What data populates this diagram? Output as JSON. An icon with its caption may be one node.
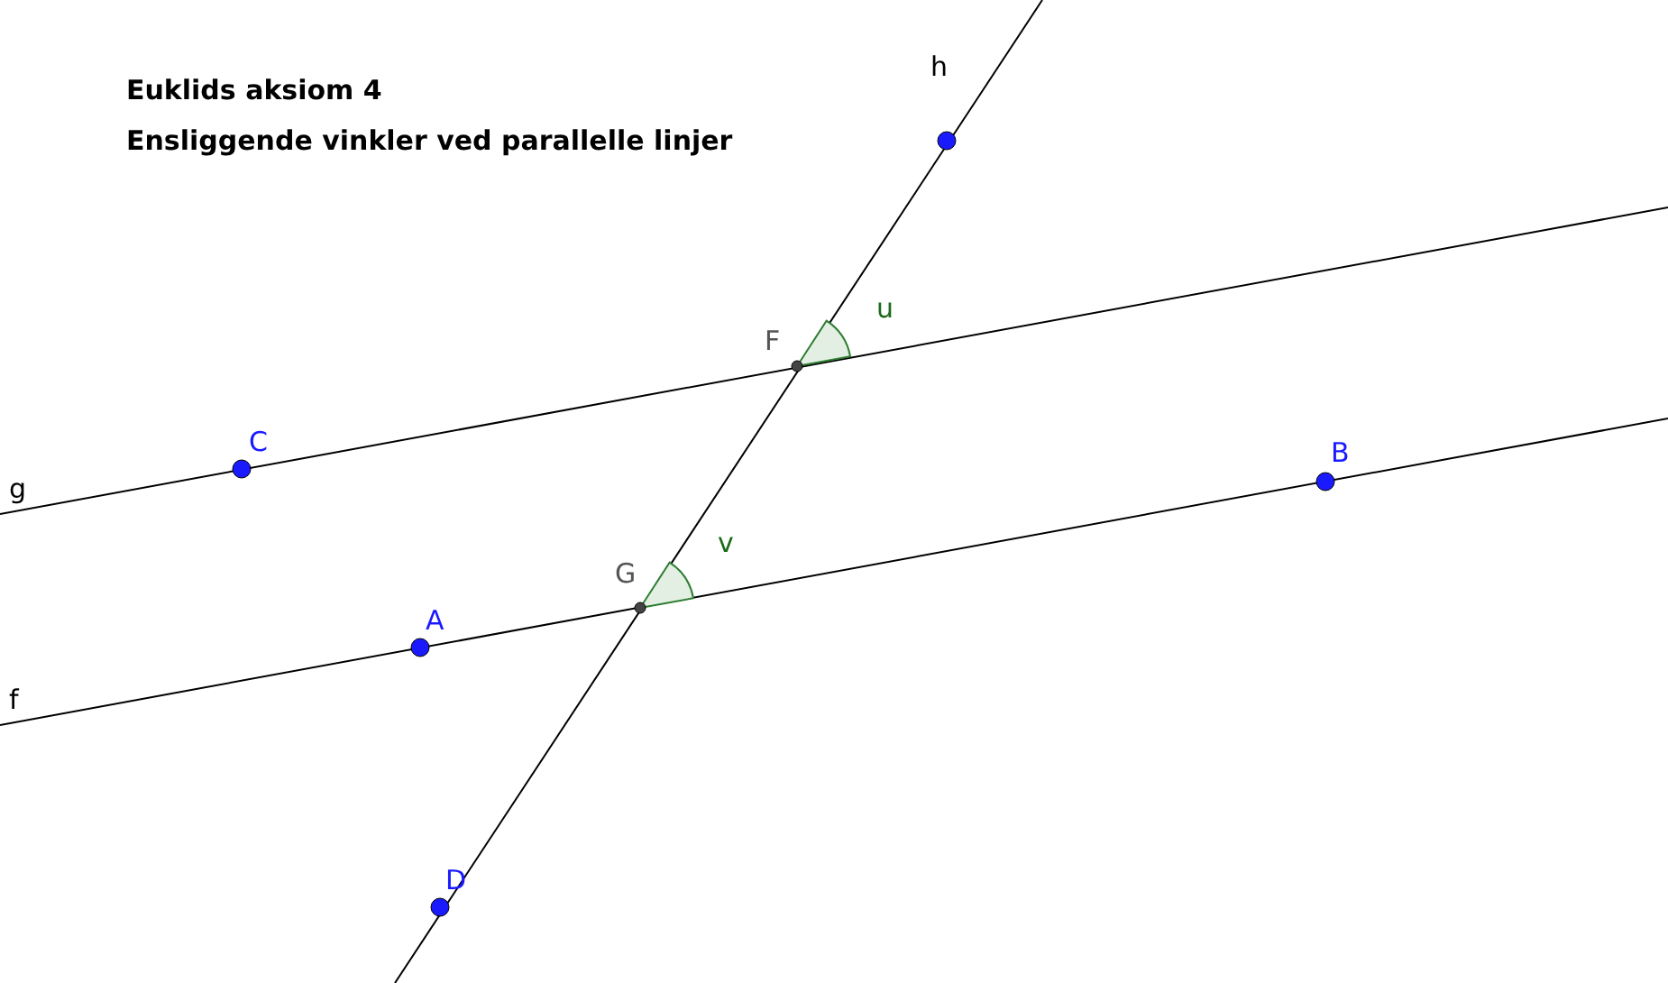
{
  "diagram": {
    "title": "Euklids aksiom 4",
    "labels": [
      "Ensliggende vinkler ved parallelle linjer",
      "h",
      "u",
      "F",
      "C",
      "B",
      "g",
      "G",
      "v",
      "A",
      "f",
      "D"
    ]
  }
}
